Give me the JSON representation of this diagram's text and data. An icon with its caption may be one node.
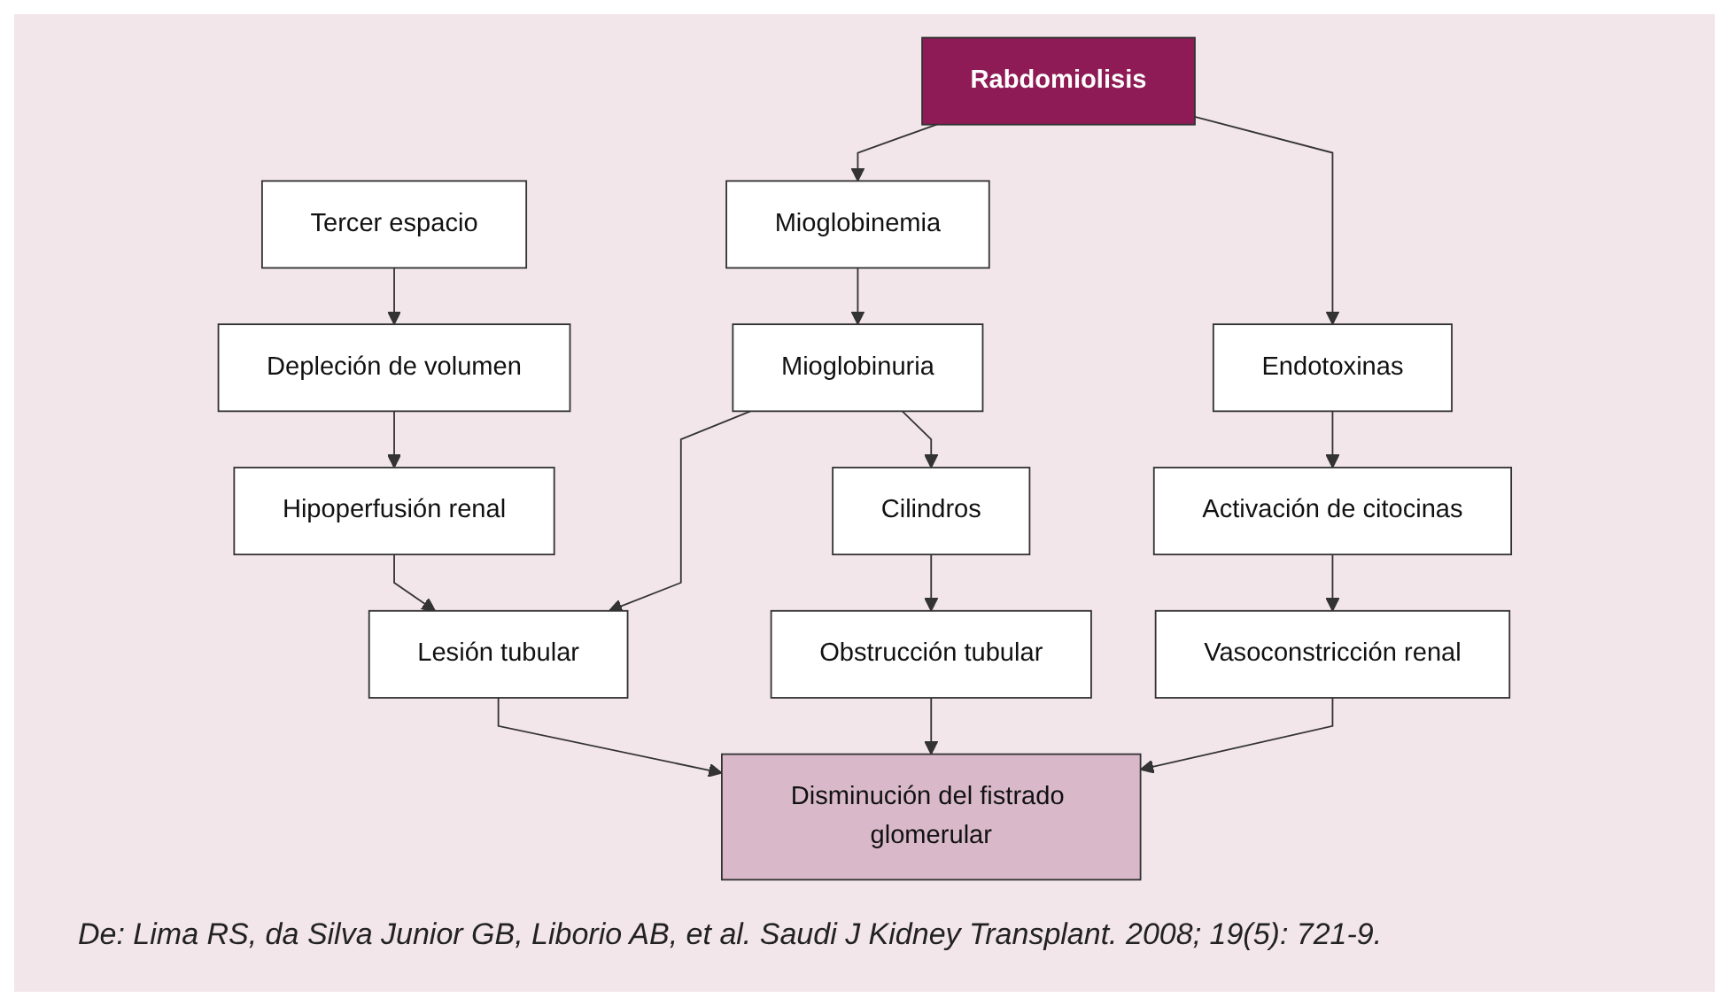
{
  "diagram": {
    "caption": "De: Lima RS, da Silva Junior GB, Liborio AB, et al. Saudi J Kidney Transplant. 2008; 19(5): 721-9.",
    "nodes": [
      {
        "text": [
          "Rabdomiolisis"
        ]
      },
      {
        "text": [
          "Endotoxinas"
        ]
      },
      {
        "text": [
          "Tercer espacio"
        ]
      },
      {
        "text": [
          "Mioglobinemia"
        ]
      },
      {
        "text": [
          "Activación de citocinas"
        ]
      },
      {
        "text": [
          "Depleción de volumen"
        ]
      },
      {
        "text": [
          "Mioglobinuria"
        ]
      },
      {
        "text": [
          "Vasoconstricción renal"
        ]
      },
      {
        "text": [
          "Hipoperfusión renal"
        ]
      },
      {
        "text": [
          "Cilindros"
        ]
      },
      {
        "text": [
          "Lesión tubular"
        ]
      },
      {
        "text": [
          "Obstrucción tubular"
        ]
      },
      {
        "text": [
          "Disminución del fistrado glomerular"
        ]
      }
    ],
    "edges": [
      {
        "from": 0,
        "to": 1,
        "arrow": "to"
      },
      {
        "from": 0,
        "to": 3,
        "arrow": "to"
      },
      {
        "from": 1,
        "to": 4,
        "arrow": "to"
      },
      {
        "from": 2,
        "to": 5,
        "arrow": "to"
      },
      {
        "from": 3,
        "to": 6,
        "arrow": "to"
      },
      {
        "from": 4,
        "to": 7,
        "arrow": "to"
      },
      {
        "from": 5,
        "to": 8,
        "arrow": "to"
      },
      {
        "from": 6,
        "to": 9,
        "arrow": "to"
      },
      {
        "from": 6,
        "to": 10,
        "arrow": "to"
      },
      {
        "from": 8,
        "to": 10,
        "arrow": "to"
      },
      {
        "from": 9,
        "to": 11,
        "arrow": "to"
      },
      {
        "from": 7,
        "to": 12,
        "arrow": "to"
      },
      {
        "from": 10,
        "to": 12,
        "arrow": "to"
      },
      {
        "from": 11,
        "to": 12,
        "arrow": "to"
      }
    ]
  }
}
